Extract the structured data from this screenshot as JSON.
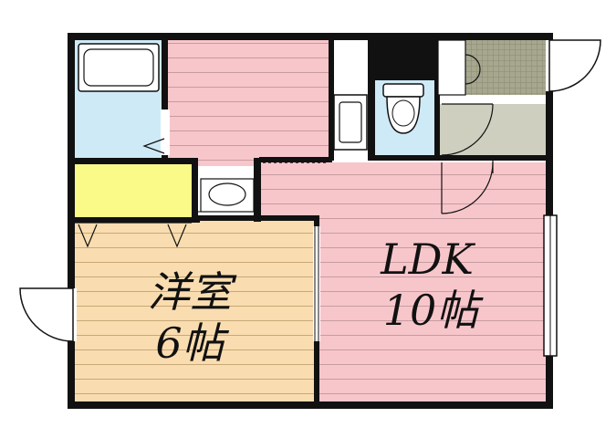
{
  "rooms": {
    "western_room": {
      "name": "洋室",
      "size": "6帖"
    },
    "ldk": {
      "name": "LDK",
      "size": "10帖"
    }
  },
  "colors": {
    "wall": "#111111",
    "ldk_floor": "#f7c6cb",
    "western_floor": "#f9ddb0",
    "bath_blue": "#cfeaf7",
    "closet_yellow": "#fafa88",
    "entry_gray": "#cfcfbf",
    "genkan_tile": "#a7a78f",
    "floor_line": "#c79ba0"
  }
}
